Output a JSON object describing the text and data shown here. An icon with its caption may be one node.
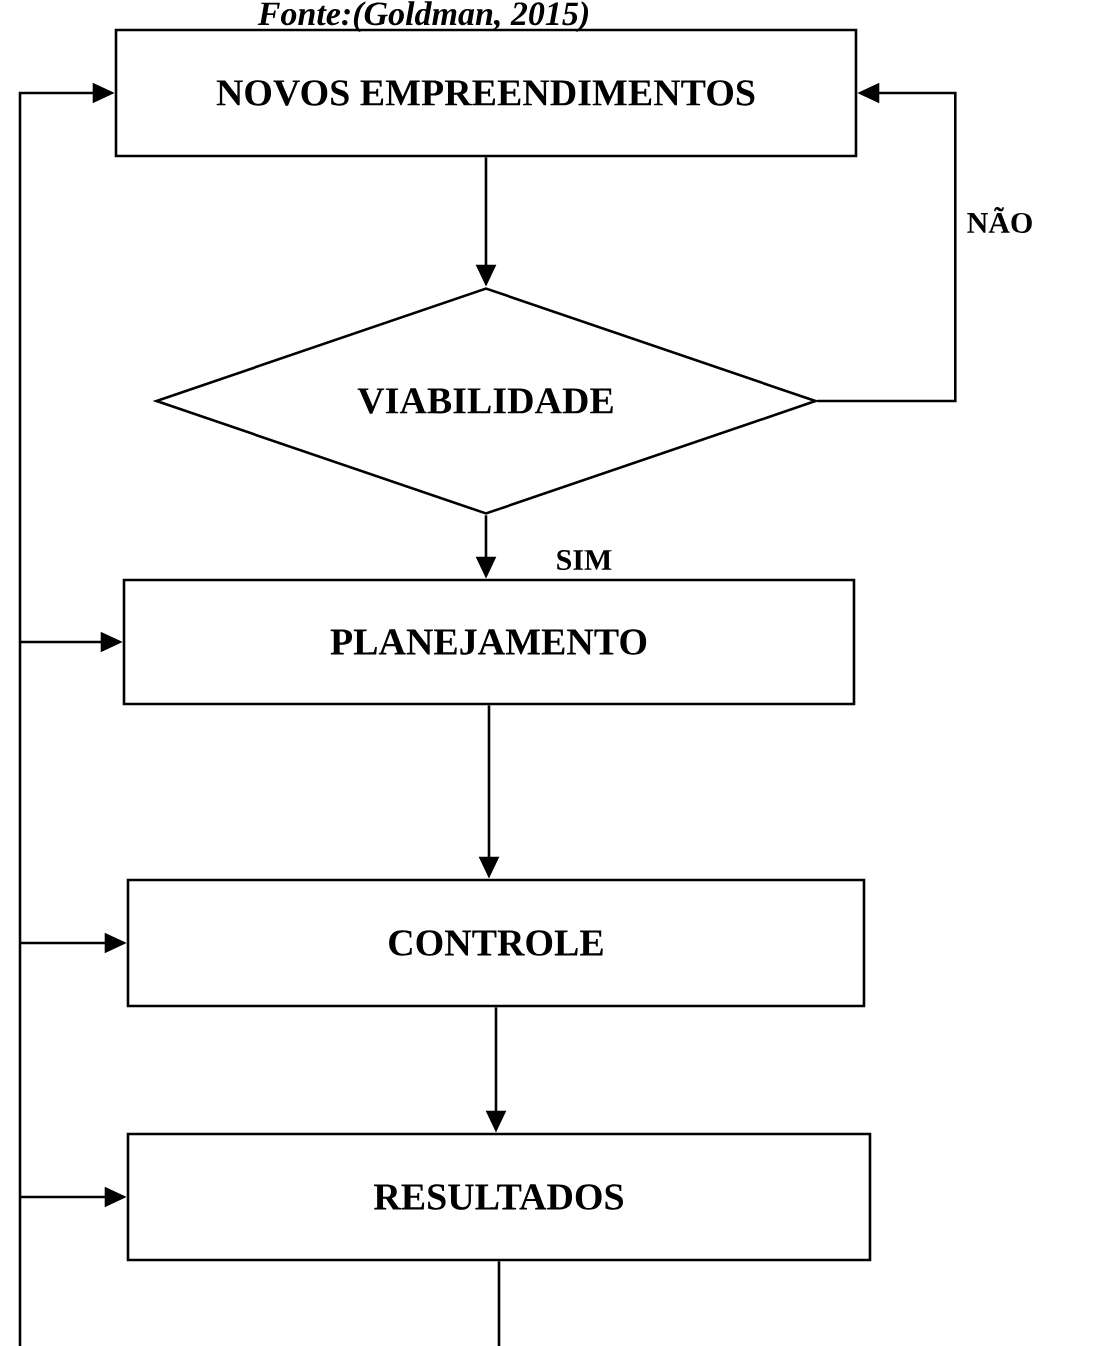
{
  "diagram": {
    "caption": "Fonte:(Goldman, 2015)",
    "nodes": [
      {
        "text": [
          "NOVOS EMPREENDIMENTOS"
        ]
      },
      {
        "text": [
          "VIABILIDADE"
        ]
      },
      {
        "text": [
          "PLANEJAMENTO"
        ]
      },
      {
        "text": [
          "CONTROLE"
        ]
      },
      {
        "text": [
          "RESULTADOS"
        ]
      }
    ],
    "edges": [
      {
        "from": 0,
        "to": 1,
        "arrow": "to"
      },
      {
        "from": 1,
        "to": 0,
        "arrow": "to",
        "label": "NÃO"
      },
      {
        "from": 1,
        "to": 2,
        "arrow": "to",
        "label": "SIM"
      },
      {
        "from": 2,
        "to": 3,
        "arrow": "to"
      },
      {
        "from": 3,
        "to": 4,
        "arrow": "to"
      },
      {
        "from": 4,
        "to": null,
        "arrow": "none"
      },
      {
        "from": null,
        "to": 0,
        "arrow": "to"
      },
      {
        "from": null,
        "to": 2,
        "arrow": "to"
      },
      {
        "from": null,
        "to": 3,
        "arrow": "to"
      },
      {
        "from": null,
        "to": 4,
        "arrow": "to"
      }
    ]
  }
}
